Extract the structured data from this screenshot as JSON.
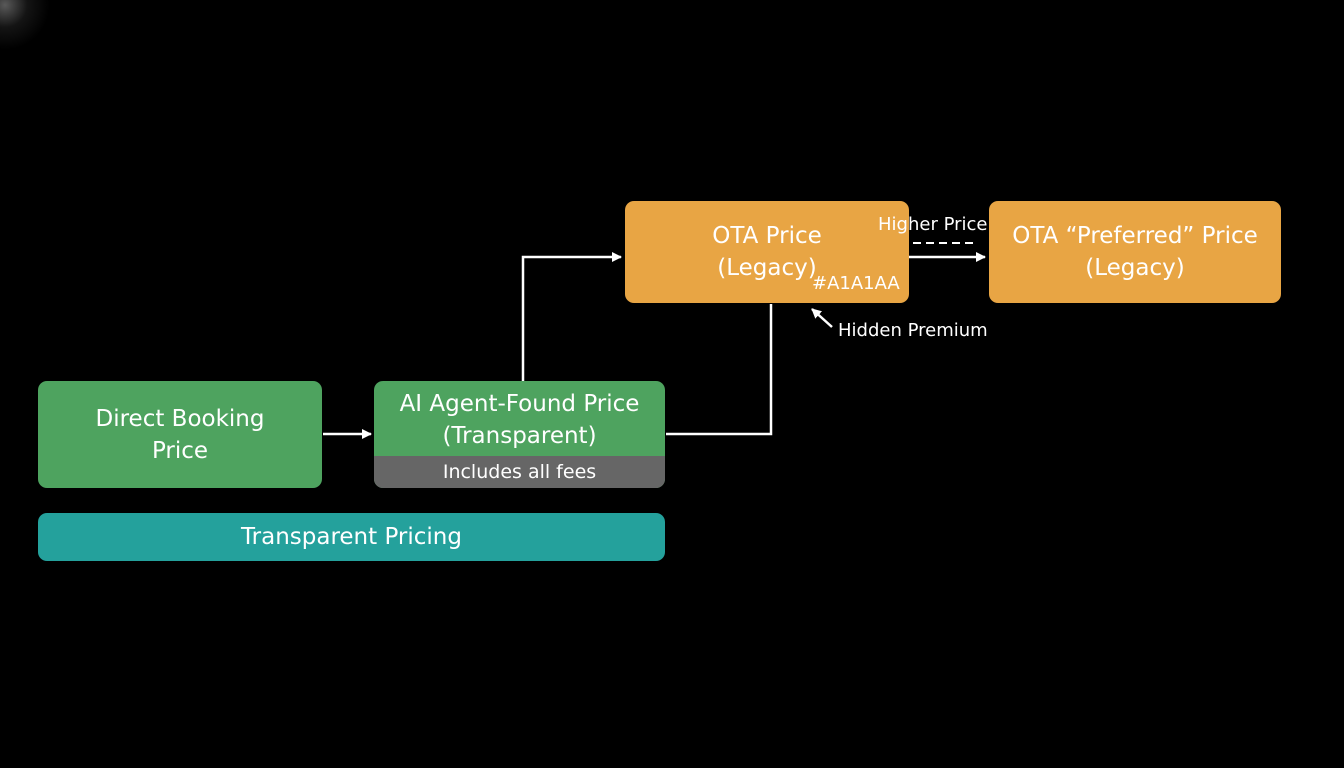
{
  "diagram": {
    "direct_booking": {
      "line1": "Direct Booking",
      "line2": "Price"
    },
    "agent": {
      "line1": "AI Agent-Found Price",
      "line2": "(Transparent)",
      "footer": "Includes all fees"
    },
    "ota": {
      "line1": "OTA Price",
      "line2": "(Legacy)"
    },
    "ota_preferred": {
      "line1": "OTA “Preferred” Price",
      "line2": "(Legacy)"
    },
    "transparent_bar": "Transparent Pricing",
    "labels": {
      "higher_price": "Higher Price",
      "hex_code": "#A1A1AA",
      "hidden_premium": "Hidden Premium"
    }
  },
  "colors": {
    "background": "#000000",
    "green": "#4ea35f",
    "orange": "#e8a544",
    "teal": "#24a19c",
    "fee_bar": "#666666",
    "connector": "#ffffff"
  }
}
